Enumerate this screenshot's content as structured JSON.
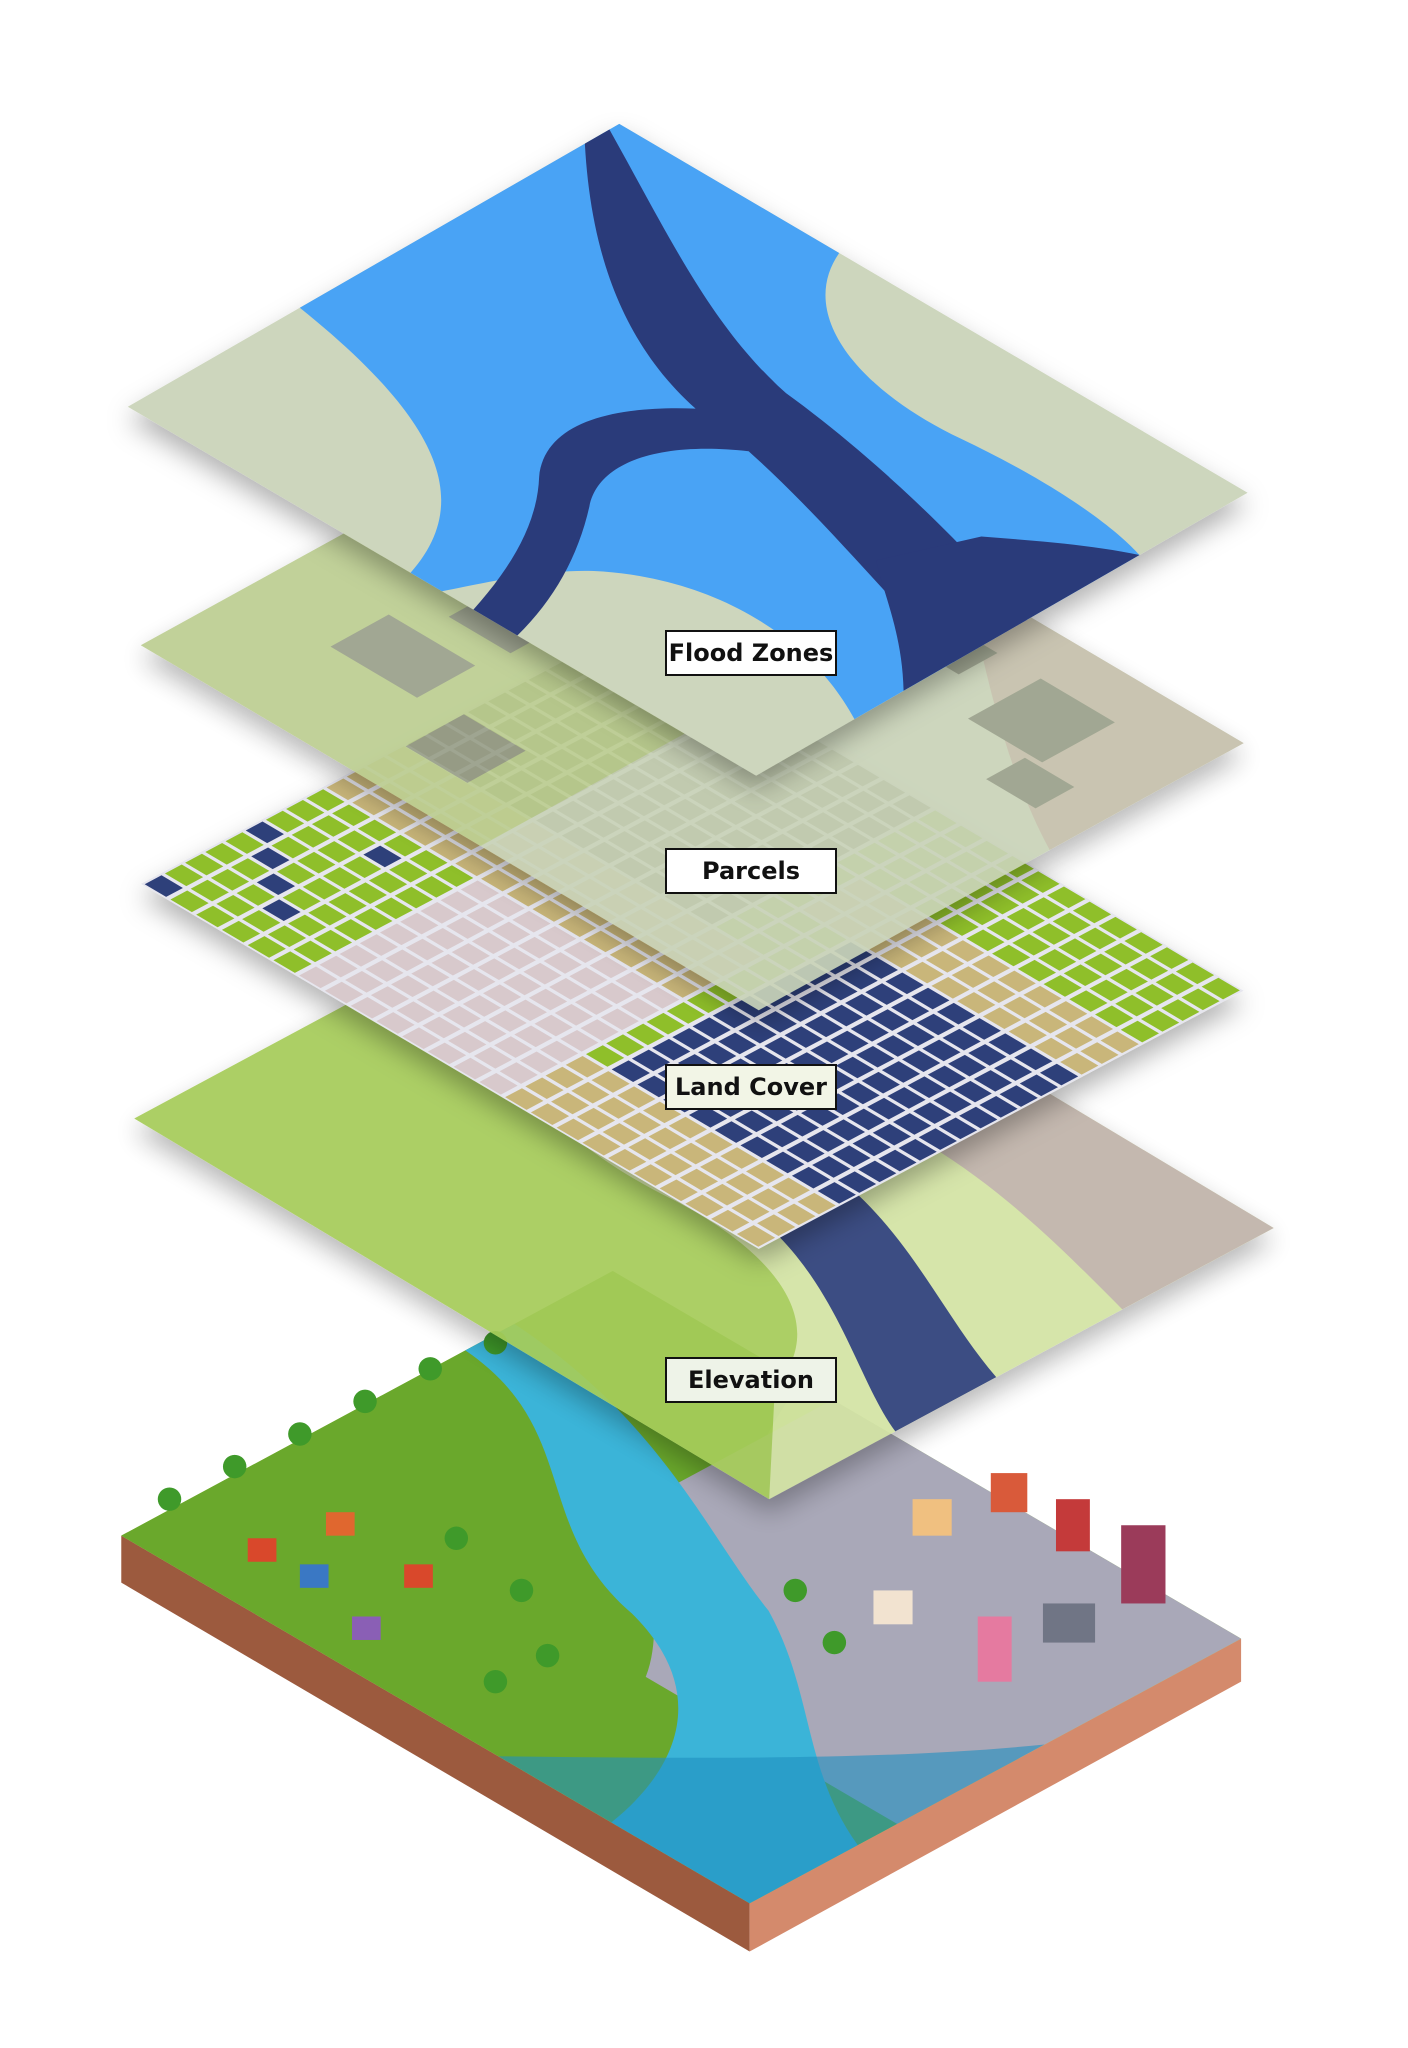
{
  "layers": [
    {
      "label": "Flood Zones",
      "label_bg": "#ffffff"
    },
    {
      "label": "Parcels",
      "label_bg": "#ffffff"
    },
    {
      "label": "Land Cover",
      "label_bg": "#f2f5e6"
    },
    {
      "label": "Elevation",
      "label_bg": "#eef3e8"
    }
  ],
  "colors": {
    "flood_land": "#cdd6bd",
    "flood_zone": "#4aa3f5",
    "flood_channel": "#2b3a7a",
    "parcel_base": "#c9d3b8",
    "landcover_green": "#8fbf2a",
    "landcover_pink": "#d8c9cc",
    "landcover_olive": "#6e6b50",
    "landcover_tan": "#c9b67a",
    "landcover_water": "#2f3f7a",
    "elevation_green": "#a6cc5a",
    "elevation_light": "#d3e4a4",
    "elevation_brown": "#c0b3a9",
    "base_soil": "#b5664a",
    "base_water": "#3bb4d8"
  }
}
